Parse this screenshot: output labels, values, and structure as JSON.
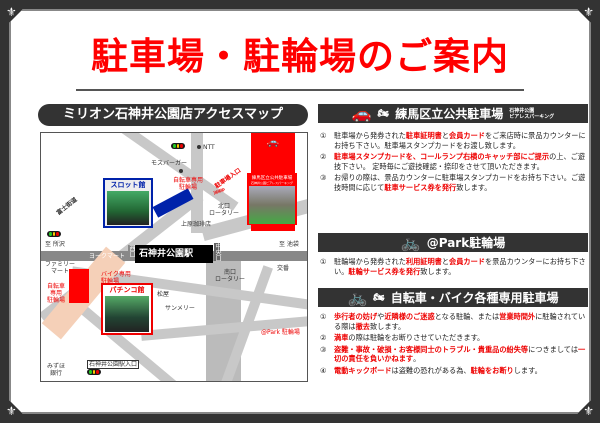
{
  "title": "駐車場・駐輪場のご案内",
  "map": {
    "title": "ミリオン石神井公園店アクセスマップ",
    "labels": {
      "ntt": "NTT",
      "mos": "モスバーガー",
      "slot": "スロット館",
      "bike_slot": "自転車専用\n駐輪場",
      "entrance": "駐車場入口",
      "kitaguchi": "北口\nロータリー",
      "kamihara": "上原珈琲店",
      "fuji": "富士街道",
      "to_tokorozawa": "至 所沢",
      "to_ikebukuro": "至 池袋",
      "yorkmart": "ヨークマート",
      "nishiguchi": "西口",
      "station": "石神井公園駅",
      "chuoguchi": "中央口",
      "family": "ファミリー\nマート",
      "bike_moto": "バイク専用\n駐輪場",
      "bike_pachi": "自転車\n専用\n駐輪場",
      "pachinko": "パチンコ館",
      "minamiguchi": "南口\nロータリー",
      "koban": "交番",
      "matsuya": "松屋",
      "sunmerry": "サンメリー",
      "atpark": "@Park 駐輪場",
      "mizuho": "みずほ\n銀行",
      "station_entrance": "石神井公園駅入口",
      "parking_box": "練馬区立公共駐車場",
      "parking_box_sub": "石神井公園ピアレスパーキング"
    }
  },
  "sections": [
    {
      "title": "練馬区立公共駐車場",
      "subtitle": "石神井公園\nピアレスパーキング",
      "icons": [
        "car-icon",
        "motorcycle-icon"
      ],
      "items": [
        [
          {
            "t": "駐車場から発券された"
          },
          {
            "t": "駐車証明書",
            "r": 1
          },
          {
            "t": "と"
          },
          {
            "t": "会員カード",
            "r": 1
          },
          {
            "t": "をご来店時に景品カウンターにお持ち下さい。駐車場スタンプカードをお渡し致します。"
          }
        ],
        [
          {
            "t": "駐車場スタンプカードを、コールランプ右横のキャッチ部にご提示",
            "r": 1
          },
          {
            "t": "の上、ご遊技下さい。 定時毎にご遊技確認・捺印をさせて頂いただきます。"
          }
        ],
        [
          {
            "t": "お帰りの際は、景品カウンターに駐車場スタンプカードをお持ち下さい。ご遊技時間に応じて"
          },
          {
            "t": "駐車サービス券を発行",
            "r": 1
          },
          {
            "t": "致します。"
          }
        ]
      ]
    },
    {
      "title": "@Park駐輪場",
      "icons": [
        "bicycle-icon"
      ],
      "items": [
        [
          {
            "t": "駐輪場から発券された"
          },
          {
            "t": "利用証明書",
            "r": 1
          },
          {
            "t": "と"
          },
          {
            "t": "会員カード",
            "r": 1
          },
          {
            "t": "を景品カウンターにお持ち下さい。"
          },
          {
            "t": "駐輪サービス券を発行",
            "r": 1
          },
          {
            "t": "致します。"
          }
        ]
      ]
    },
    {
      "title": "自転車・バイク各種専用駐車場",
      "icons": [
        "bicycle-icon",
        "motorcycle-icon"
      ],
      "items": [
        [
          {
            "t": "歩行者の妨げ",
            "r": 1
          },
          {
            "t": "や"
          },
          {
            "t": "近隣様のご迷惑",
            "r": 1
          },
          {
            "t": "となる駐輪、または"
          },
          {
            "t": "営業時間外",
            "r": 1
          },
          {
            "t": "に駐輪されている際は"
          },
          {
            "t": "撤去",
            "r": 1
          },
          {
            "t": "致します。"
          }
        ],
        [
          {
            "t": "満車",
            "r": 1
          },
          {
            "t": "の際は駐輪をお断りさせていただきます。"
          }
        ],
        [
          {
            "t": "盗難・事故・破損・お客様同士のトラブル・貴重品の紛失等",
            "r": 1
          },
          {
            "t": "につきましては"
          },
          {
            "t": "一切の責任を負いかねます",
            "r": 1
          },
          {
            "t": "。"
          }
        ],
        [
          {
            "t": "電動キックボード",
            "r": 1
          },
          {
            "t": "は盗難の恐れがある為、"
          },
          {
            "t": "駐輪をお断り",
            "r": 1
          },
          {
            "t": "します。"
          }
        ]
      ]
    }
  ],
  "numbers": [
    "①",
    "②",
    "③",
    "④"
  ],
  "colors": {
    "accent": "#ff0000",
    "dark": "#333333",
    "slot_blue": "#0022aa"
  }
}
